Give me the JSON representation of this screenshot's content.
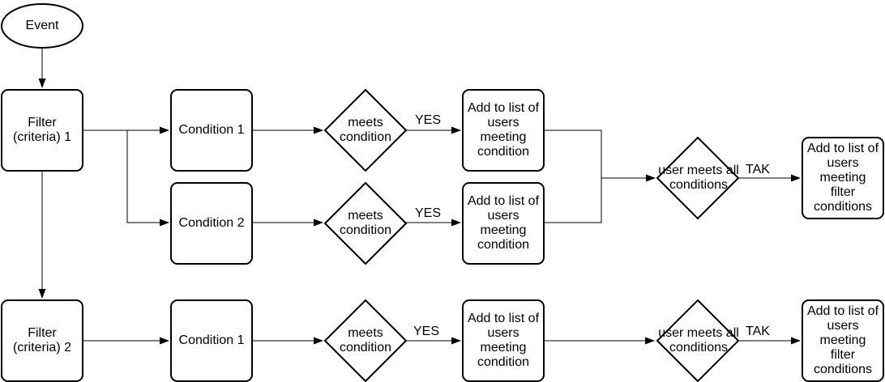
{
  "diagram": {
    "background_color": "#ffffff",
    "stroke_color": "#000000",
    "text_color": "#000000",
    "nodes": {
      "event": {
        "type": "ellipse",
        "label": "Event"
      },
      "filter1": {
        "type": "rounded-rect",
        "label": "Filter\n(criteria) 1"
      },
      "condition1_row1": {
        "type": "rounded-rect",
        "label": "Condition 1"
      },
      "condition2_row1": {
        "type": "rounded-rect",
        "label": "Condition 2"
      },
      "meets_condition_c1": {
        "type": "diamond",
        "label": "meets\ncondition"
      },
      "meets_condition_c2": {
        "type": "diamond",
        "label": "meets\ncondition"
      },
      "add_condition_c1": {
        "type": "rounded-rect",
        "label": "Add to list of\nusers meeting\ncondition"
      },
      "add_condition_c2": {
        "type": "rounded-rect",
        "label": "Add to list of\nusers meeting\ncondition"
      },
      "all_conditions_row1": {
        "type": "diamond",
        "label": "user meets all\nconditions"
      },
      "add_filter_row1": {
        "type": "rounded-rect",
        "label": "Add to list of\nusers meeting\nfilter conditions"
      },
      "filter2": {
        "type": "rounded-rect",
        "label": "Filter\n(criteria) 2"
      },
      "condition1_row2": {
        "type": "rounded-rect",
        "label": "Condition 1"
      },
      "meets_condition_f2": {
        "type": "diamond",
        "label": "meets\ncondition"
      },
      "add_condition_f2": {
        "type": "rounded-rect",
        "label": "Add to list of\nusers meeting\ncondition"
      },
      "all_conditions_row2": {
        "type": "diamond",
        "label": "user meets all\nconditions"
      },
      "add_filter_row2": {
        "type": "rounded-rect",
        "label": "Add to list of\nusers meeting\nfilter conditions"
      }
    },
    "edge_labels": {
      "yes_condition1": "YES",
      "yes_condition2": "YES",
      "yes_filter2": "YES",
      "tak_row1": "TAK",
      "tak_row2": "TAK"
    }
  }
}
